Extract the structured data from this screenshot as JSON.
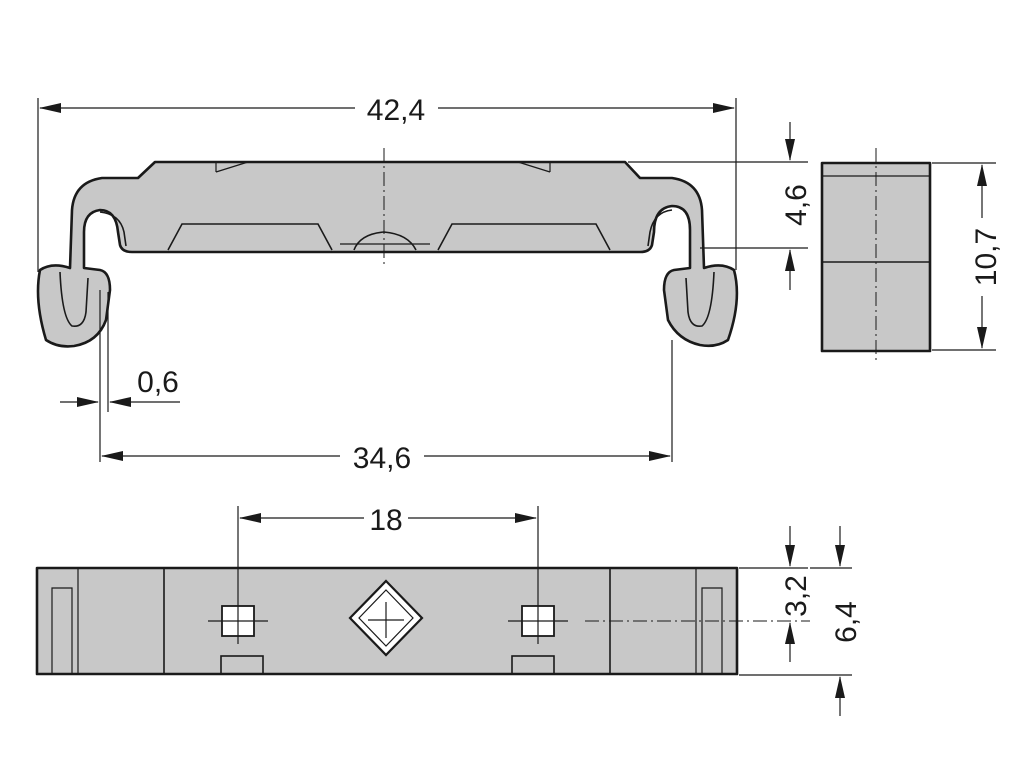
{
  "dimensions": {
    "overall_length": "42,4",
    "inner_length": "34,6",
    "hook_thickness": "0,6",
    "top_height": "4,6",
    "side_height": "10,7",
    "hole_spacing": "18",
    "center_offset": "3,2",
    "base_width": "6,4"
  },
  "colors": {
    "part_fill": "#c8c8c8",
    "line": "#1a1a1a",
    "background": "#ffffff"
  }
}
